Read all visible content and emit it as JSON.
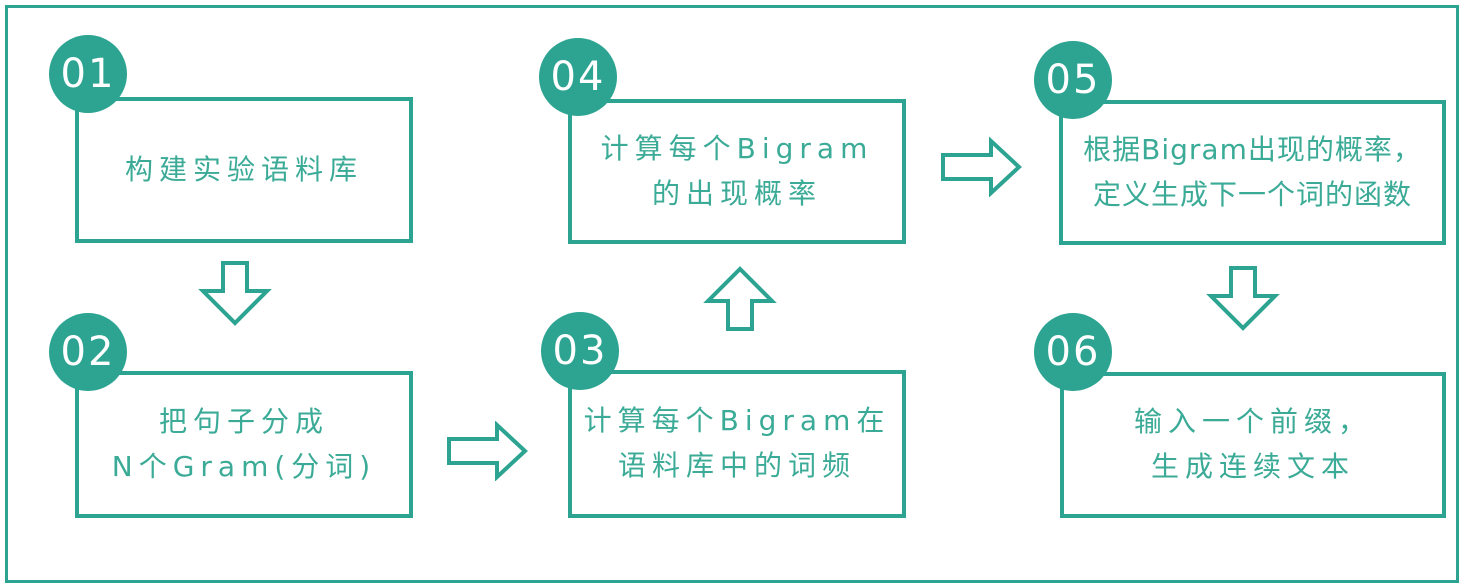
{
  "diagram": {
    "type": "flowchart",
    "colors": {
      "accent": "#2ca491",
      "text": "#3bab97",
      "badge_text": "#ffffff",
      "background": "#ffffff"
    },
    "steps": [
      {
        "number": "01",
        "lines": [
          "构建实验语料库"
        ]
      },
      {
        "number": "02",
        "lines": [
          "把句子分成",
          "N个Gram(分词)"
        ]
      },
      {
        "number": "03",
        "lines": [
          "计算每个Bigram在",
          "语料库中的词频"
        ]
      },
      {
        "number": "04",
        "lines": [
          "计算每个Bigram",
          "的出现概率"
        ]
      },
      {
        "number": "05",
        "lines": [
          "根据Bigram出现的概率，",
          "定义生成下一个词的函数"
        ]
      },
      {
        "number": "06",
        "lines": [
          "输入一个前缀，",
          "生成连续文本"
        ]
      }
    ],
    "arrows": [
      {
        "from": "01",
        "to": "02",
        "direction": "down"
      },
      {
        "from": "02",
        "to": "03",
        "direction": "right"
      },
      {
        "from": "03",
        "to": "04",
        "direction": "up"
      },
      {
        "from": "04",
        "to": "05",
        "direction": "right"
      },
      {
        "from": "05",
        "to": "06",
        "direction": "down"
      }
    ]
  }
}
